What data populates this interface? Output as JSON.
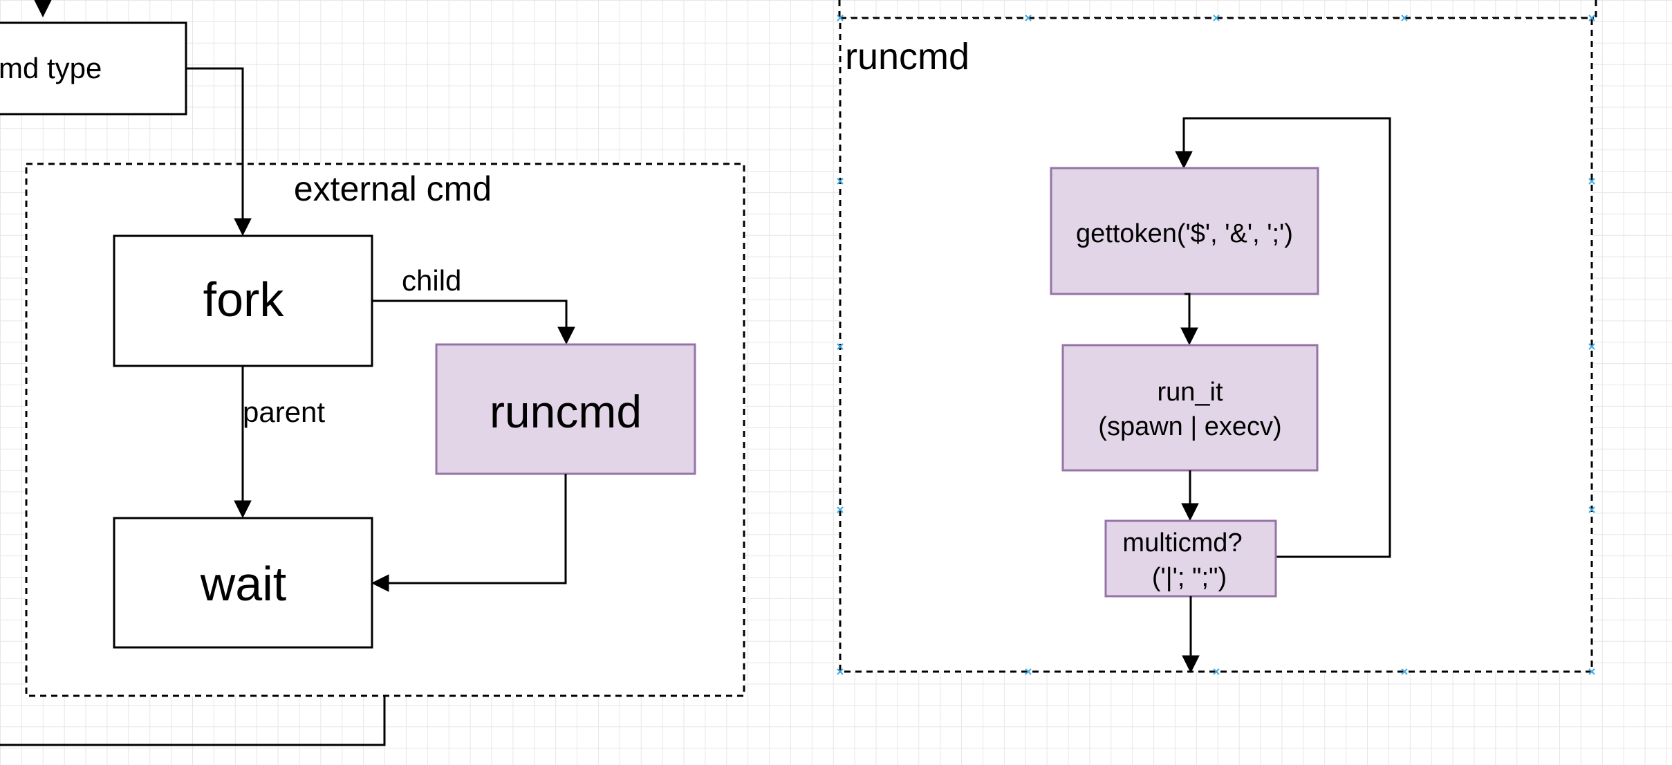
{
  "diagram": {
    "cmd_type_label": "md type",
    "external_cmd": {
      "title": "external cmd",
      "fork_label": "fork",
      "wait_label": "wait",
      "runcmd_label": "runcmd",
      "child_edge_label": "child",
      "parent_edge_label": "parent"
    },
    "runcmd_group": {
      "title": "runcmd",
      "gettoken_label": "gettoken('$', '&', ';')",
      "run_it_line1": "run_it",
      "run_it_line2": "(spawn | execv)",
      "multicmd_line1": "multicmd?",
      "multicmd_line2": "('|';  \";\")"
    }
  },
  "colors": {
    "process_fill": "#e1d5e7",
    "process_stroke": "#9673a6",
    "selection_handle": "#3fa9e0",
    "grid": "#e6e6e6"
  }
}
